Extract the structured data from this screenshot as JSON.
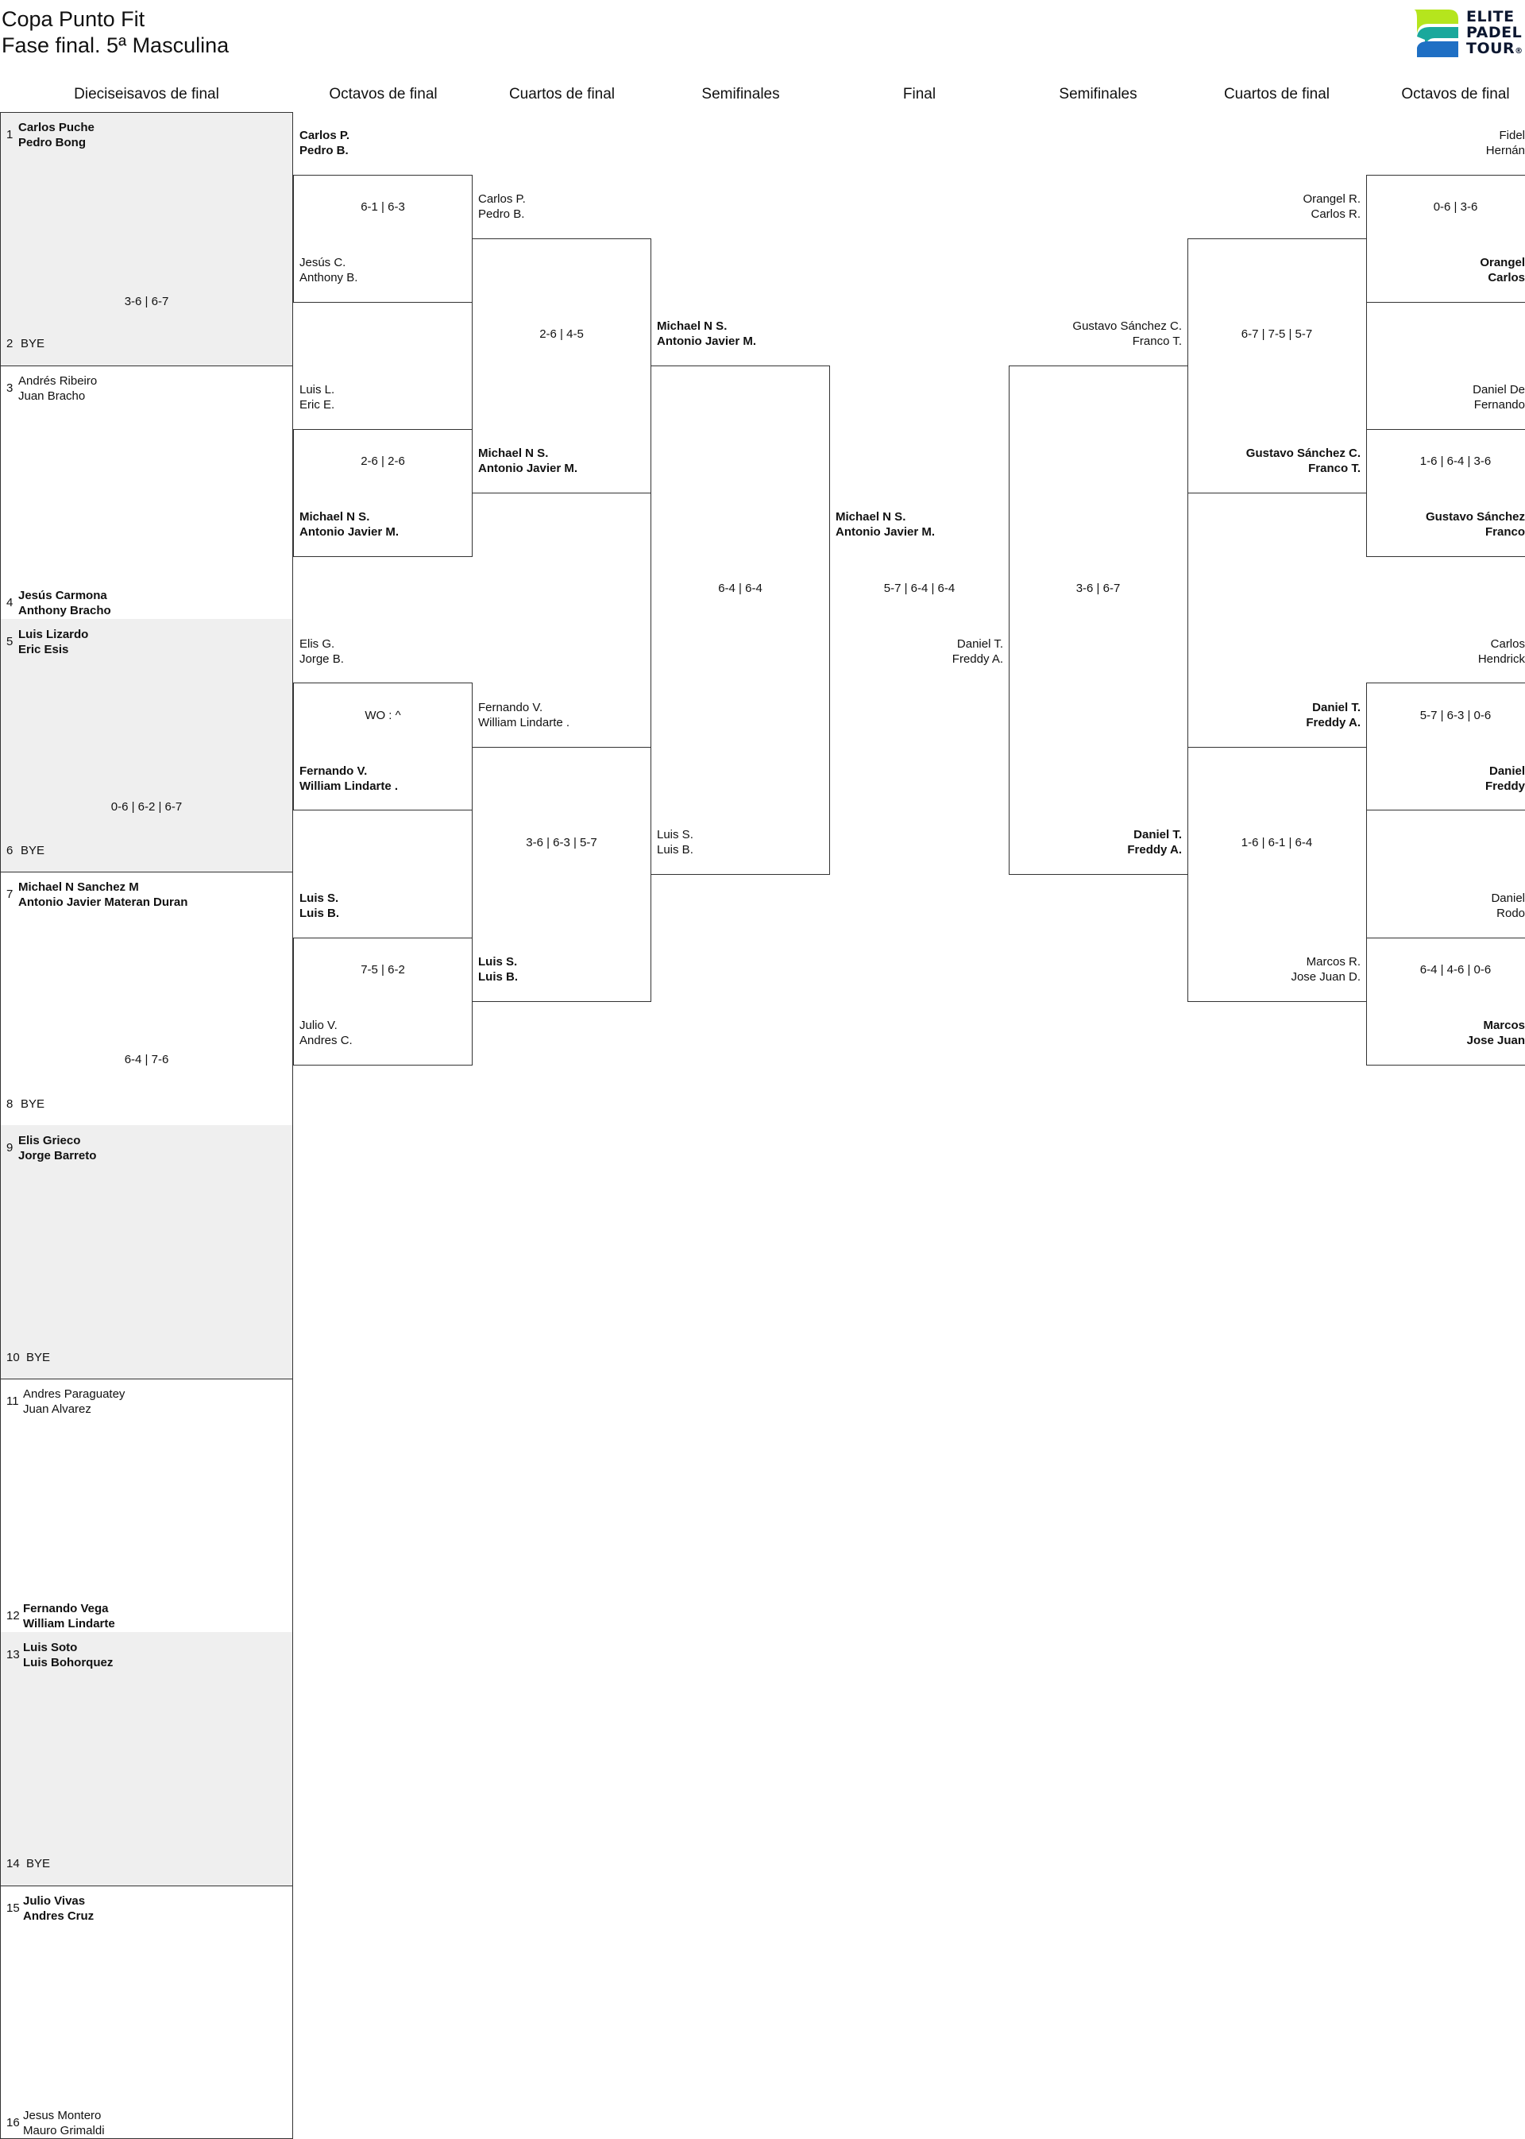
{
  "title": "Copa Punto Fit",
  "subtitle": "Fase final. 5ª Masculina",
  "logo": {
    "line1": "ELITE",
    "line2": "PADEL",
    "line3": "TOUR",
    "mark": "®"
  },
  "rounds": {
    "left": [
      "Dieciseisavos de final",
      "Octavos de final",
      "Cuartos de final",
      "Semifinales"
    ],
    "center": "Final",
    "right": [
      "Semifinales",
      "Cuartos de final",
      "Octavos de final"
    ]
  },
  "r32": [
    {
      "num": "1",
      "p1": "Carlos Puche",
      "p2": "Pedro Bong"
    },
    {
      "num": "2",
      "bye": "BYE"
    },
    {
      "num": "3",
      "p1": "Andrés Ribeiro",
      "p2": "Juan Bracho"
    },
    {
      "num": "4",
      "p1": "Jesús Carmona",
      "p2": "Anthony Bracho"
    },
    {
      "num": "5",
      "p1": "Luis Lizardo",
      "p2": "Eric Esis"
    },
    {
      "num": "6",
      "bye": "BYE"
    },
    {
      "num": "7",
      "p1": "Michael N Sanchez M",
      "p2": "Antonio Javier Materan Duran"
    },
    {
      "num": "8",
      "bye": "BYE"
    },
    {
      "num": "9",
      "p1": "Elis Grieco",
      "p2": "Jorge Barreto"
    },
    {
      "num": "10",
      "bye": "BYE"
    },
    {
      "num": "11",
      "p1": "Andres Paraguatey",
      "p2": "Juan Alvarez"
    },
    {
      "num": "12",
      "p1": "Fernando Vega",
      "p2": "William Lindarte"
    },
    {
      "num": "13",
      "p1": "Luis Soto",
      "p2": "Luis Bohorquez"
    },
    {
      "num": "14",
      "bye": "BYE"
    },
    {
      "num": "15",
      "p1": "Julio Vivas",
      "p2": "Andres Cruz"
    },
    {
      "num": "16",
      "p1": "Jesus Montero",
      "p2": "Mauro Grimaldi"
    }
  ],
  "r32_scores": [
    "3-6 | 6-7",
    "0-6 | 6-2 | 6-7",
    "6-4 | 7-6"
  ],
  "left_r16": [
    {
      "p1": "Carlos P.",
      "p2": "Pedro B."
    },
    {
      "p1": "Jesús C.",
      "p2": "Anthony B."
    },
    {
      "p1": "Luis L.",
      "p2": "Eric E."
    },
    {
      "p1": "Michael N S.",
      "p2": "Antonio Javier M."
    },
    {
      "p1": "Elis G.",
      "p2": "Jorge B."
    },
    {
      "p1": "Fernando V.",
      "p2": "William Lindarte ."
    },
    {
      "p1": "Luis S.",
      "p2": "Luis B."
    },
    {
      "p1": "Julio V.",
      "p2": "Andres C."
    }
  ],
  "left_r16_scores": [
    "6-1 | 6-3",
    "2-6 | 2-6",
    "WO : ^",
    "7-5 | 6-2"
  ],
  "left_qf": [
    {
      "p1": "Carlos P.",
      "p2": "Pedro B."
    },
    {
      "p1": "Michael N S.",
      "p2": "Antonio Javier M."
    },
    {
      "p1": "Fernando V.",
      "p2": "William Lindarte ."
    },
    {
      "p1": "Luis S.",
      "p2": "Luis B."
    }
  ],
  "left_qf_scores": [
    "2-6 | 4-5",
    "3-6 | 6-3 | 5-7"
  ],
  "left_sf": [
    {
      "p1": "Michael N S.",
      "p2": "Antonio Javier M."
    },
    {
      "p1": "Luis S.",
      "p2": "Luis B."
    }
  ],
  "left_sf_score": "6-4 | 6-4",
  "final": {
    "p1": "Michael N S.",
    "p2": "Antonio Javier M.",
    "score": "5-7 | 6-4 | 6-4",
    "right_p1": "Daniel T.",
    "right_p2": "Freddy A."
  },
  "right_sf_score": "3-6 | 6-7",
  "right_sf": [
    {
      "p1": "Gustavo Sánchez C.",
      "p2": "Franco T."
    },
    {
      "p1": "Daniel T.",
      "p2": "Freddy A."
    }
  ],
  "right_qf_scores": [
    "6-7 | 7-5 | 5-7",
    "1-6 | 6-1 | 6-4"
  ],
  "right_qf": [
    {
      "p1": "Orangel R.",
      "p2": "Carlos R."
    },
    {
      "p1": "Gustavo Sánchez C.",
      "p2": "Franco T."
    },
    {
      "p1": "Daniel T.",
      "p2": "Freddy A."
    },
    {
      "p1": "Marcos R.",
      "p2": "Jose Juan D."
    }
  ],
  "right_r16_scores": [
    "0-6 | 3-6",
    "1-6 | 6-4 | 3-6",
    "5-7 | 6-3 | 0-6",
    "6-4 | 4-6 | 0-6"
  ],
  "right_r16": [
    {
      "p1": "Fidel",
      "p2": "Hernán"
    },
    {
      "p1": "Orangel",
      "p2": "Carlos"
    },
    {
      "p1": "Daniel De",
      "p2": "Fernando"
    },
    {
      "p1": "Gustavo Sánchez",
      "p2": "Franco"
    },
    {
      "p1": "Carlos",
      "p2": "Hendrick"
    },
    {
      "p1": "Daniel",
      "p2": "Freddy"
    },
    {
      "p1": "Daniel",
      "p2": "Rodo"
    },
    {
      "p1": "Marcos",
      "p2": "Jose Juan"
    }
  ],
  "colors": {
    "bye_slot": "#efefef",
    "line": "#333333",
    "logo_green": "#b5e51d",
    "logo_teal": "#1aa89c",
    "logo_blue": "#1f6fc4"
  }
}
